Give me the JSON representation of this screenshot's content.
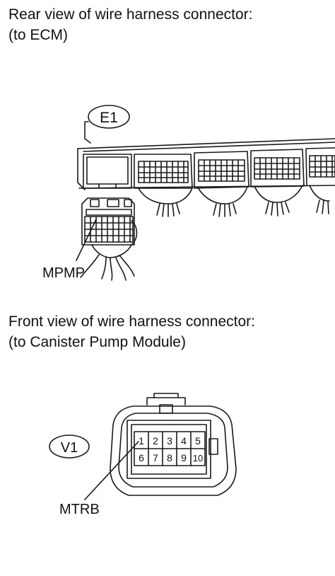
{
  "top_section": {
    "caption_line1": "Rear view of wire harness connector:",
    "caption_line2": "(to ECM)",
    "connector_code": "E1",
    "terminal_label": "MPMP"
  },
  "bottom_section": {
    "caption_line1": "Front view of wire harness connector:",
    "caption_line2": "(to Canister Pump Module)",
    "connector_code": "V1",
    "terminal_label": "MTRB",
    "pins_row1": [
      "1",
      "2",
      "3",
      "4",
      "5"
    ],
    "pins_row2": [
      "6",
      "7",
      "8",
      "9",
      "10"
    ]
  },
  "colors": {
    "line": "#1a1a1a",
    "background": "#ffffff"
  }
}
